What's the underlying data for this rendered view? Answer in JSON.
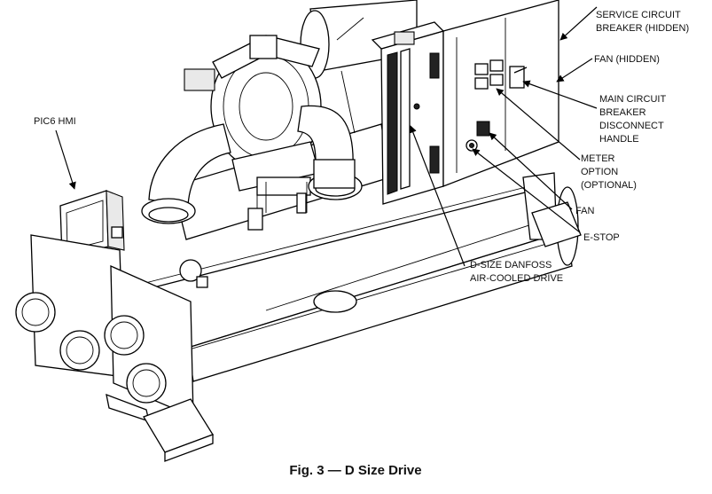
{
  "caption": "Fig. 3 — D Size Drive",
  "callouts": {
    "service_breaker": [
      "SERVICE CIRCUIT",
      "BREAKER (HIDDEN)"
    ],
    "fan_hidden": [
      "FAN (HIDDEN)"
    ],
    "main_breaker": [
      "MAIN CIRCUIT",
      "BREAKER",
      "DISCONNECT",
      "HANDLE"
    ],
    "meter": [
      "METER",
      "OPTION",
      "(OPTIONAL)"
    ],
    "fan": [
      "FAN"
    ],
    "estop": [
      "E-STOP"
    ],
    "drive": [
      "D-SIZE DANFOSS",
      "AIR-COOLED DRIVE"
    ],
    "hmi": [
      "PIC6 HMI"
    ]
  }
}
